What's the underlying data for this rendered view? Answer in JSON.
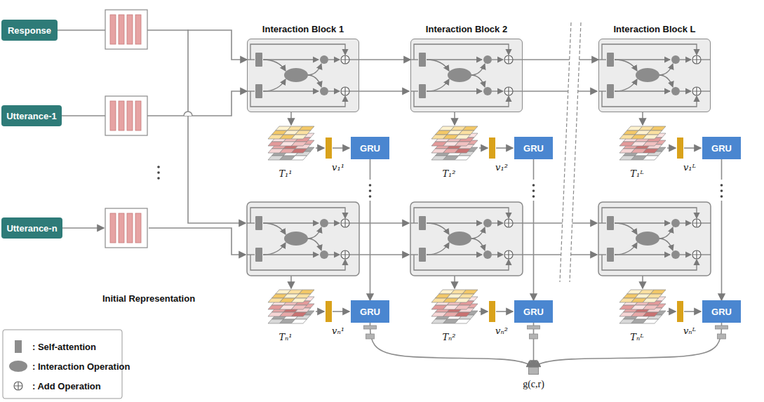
{
  "diagram": {
    "nodes": [
      {
        "text": [
          "Response"
        ]
      },
      {
        "text": [
          "Utterance-1"
        ]
      },
      {
        "text": [
          "Utterance-n"
        ]
      },
      {
        "text": [
          "Interaction Block 1"
        ]
      },
      {
        "text": [
          "Interaction Block 2"
        ]
      },
      {
        "text": [
          "Interaction Block L"
        ]
      },
      {
        "text": [
          "GRU"
        ]
      },
      {
        "text": [
          "GRU"
        ]
      },
      {
        "text": [
          "GRU"
        ]
      },
      {
        "text": [
          "GRU"
        ]
      },
      {
        "text": [
          "GRU"
        ]
      },
      {
        "text": [
          "GRU"
        ]
      },
      {
        "text": [
          "g(c,r)"
        ]
      }
    ],
    "edges": [
      {
        "from": 0,
        "to": 3,
        "arrow": "to"
      },
      {
        "from": 1,
        "to": 3,
        "arrow": "to"
      },
      {
        "from": 3,
        "to": 4,
        "arrow": "to"
      },
      {
        "from": 4,
        "to": 5,
        "arrow": "to"
      },
      {
        "from": 6,
        "to": 9,
        "arrow": "to"
      },
      {
        "from": 7,
        "to": 10,
        "arrow": "to"
      },
      {
        "from": 8,
        "to": 11,
        "arrow": "to"
      },
      {
        "from": 9,
        "to": 12,
        "arrow": "to"
      },
      {
        "from": 10,
        "to": 12,
        "arrow": "to"
      },
      {
        "from": 11,
        "to": 12,
        "arrow": "to"
      }
    ],
    "labels": [
      "Initial Representation",
      "T₁¹",
      "v₁¹",
      "T₁²",
      "v₁²",
      "T₁ᴸ",
      "v₁ᴸ",
      "Tₙ¹",
      "vₙ¹",
      "Tₙ²",
      "vₙ²",
      "Tₙᴸ",
      "vₙᴸ"
    ],
    "legend": [
      {
        "text": ": Self-attention"
      },
      {
        "text": ": Interaction Operation"
      },
      {
        "text": ": Add Operation"
      }
    ]
  }
}
